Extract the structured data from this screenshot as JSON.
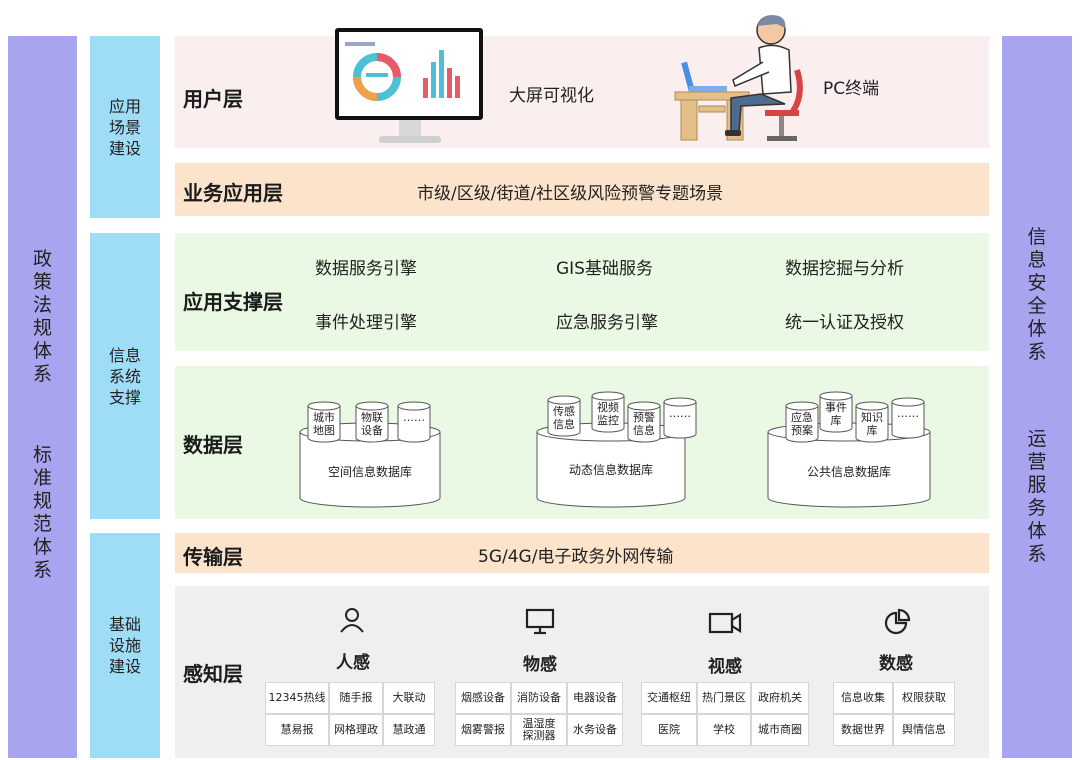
{
  "left_pillars": {
    "top": [
      "政",
      "策",
      "法",
      "规",
      "体",
      "系"
    ],
    "bottom": [
      "标",
      "准",
      "规",
      "范",
      "体",
      "系"
    ]
  },
  "right_pillars": {
    "top": [
      "信",
      "息",
      "安",
      "全",
      "体",
      "系"
    ],
    "bottom": [
      "运",
      "营",
      "服",
      "务",
      "体",
      "系"
    ]
  },
  "sections": {
    "app_scene": [
      "应用",
      "场景",
      "建设"
    ],
    "info_system": [
      "信息",
      "系统",
      "支撑"
    ],
    "infrastructure": [
      "基础",
      "设施",
      "建设"
    ]
  },
  "user_layer": {
    "title": "用户层",
    "big_screen": "大屏可视化",
    "pc": "PC终端"
  },
  "business_layer": {
    "title": "业务应用层",
    "text": "市级/区级/街道/社区级风险预警专题场景"
  },
  "support_layer": {
    "title": "应用支撑层",
    "items": [
      "数据服务引擎",
      "GIS基础服务",
      "数据挖掘与分析",
      "事件处理引擎",
      "应急服务引擎",
      "统一认证及授权"
    ]
  },
  "data_layer": {
    "title": "数据层",
    "databases": [
      {
        "name": "空间信息数据库",
        "drums": [
          "城市\n地图",
          "物联\n设备",
          "……"
        ]
      },
      {
        "name": "动态信息数据库",
        "drums": [
          "传感\n信息",
          "视频\n监控",
          "预警\n信息",
          "……"
        ]
      },
      {
        "name": "公共信息数据库",
        "drums": [
          "应急\n预案",
          "事件\n库",
          "知识\n库",
          "……"
        ]
      }
    ]
  },
  "transport_layer": {
    "title": "传输层",
    "text": "5G/4G/电子政务外网传输"
  },
  "sense_layer": {
    "title": "感知层",
    "groups": [
      {
        "name": "人感",
        "icon": "person-icon",
        "cells": [
          "12345热线",
          "随手报",
          "大联动",
          "慧易报",
          "网格理政",
          "慧政通"
        ]
      },
      {
        "name": "物感",
        "icon": "monitor-icon",
        "cells": [
          "烟感设备",
          "消防设备",
          "电器设备",
          "烟雾警报",
          "温湿度\n探测器",
          "水务设备"
        ]
      },
      {
        "name": "视感",
        "icon": "video-camera-icon",
        "cells": [
          "交通枢纽",
          "热门景区",
          "政府机关",
          "医院",
          "学校",
          "城市商圈"
        ]
      },
      {
        "name": "数感",
        "icon": "pie-chart-icon",
        "cells": [
          "信息收集",
          "权限获取",
          "数据世界",
          "舆情信息"
        ]
      }
    ]
  },
  "colors": {
    "pillar": "#a9a4f0",
    "section": "#9fdcf5",
    "user_bg": "#fbeeee",
    "orange_bg": "#fce3cc",
    "green_bg": "#eaf9e3",
    "gray_bg": "#efefef"
  }
}
